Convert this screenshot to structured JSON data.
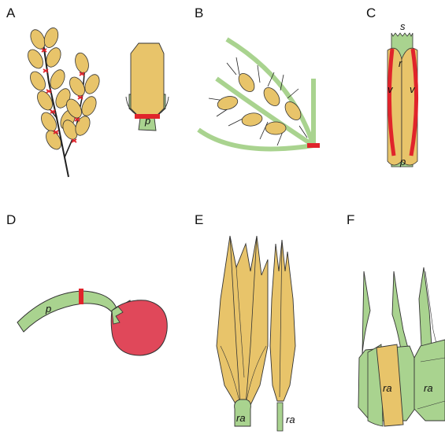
{
  "panels": [
    {
      "letter": "A",
      "labels": [
        "p"
      ]
    },
    {
      "letter": "B",
      "labels": []
    },
    {
      "letter": "C",
      "labels": [
        "s",
        "r",
        "v",
        "v",
        "p"
      ]
    },
    {
      "letter": "D",
      "labels": [
        "p"
      ]
    },
    {
      "letter": "E",
      "labels": [
        "ra",
        "ra"
      ]
    },
    {
      "letter": "F",
      "labels": [
        "ra",
        "ra"
      ]
    }
  ],
  "colors": {
    "spikelet": "#E8C46A",
    "stem_green": "#A9D38F",
    "abscission_red": "#E0242B",
    "fruit_red": "#E0485A",
    "outline": "#222222"
  }
}
